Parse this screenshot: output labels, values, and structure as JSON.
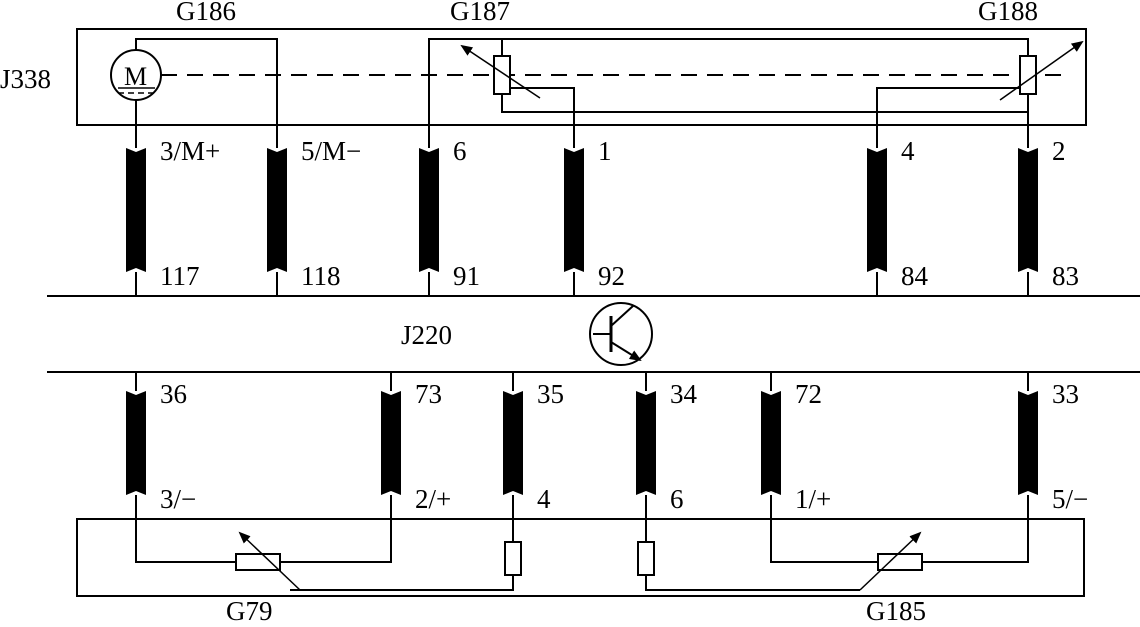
{
  "components": {
    "throttle_unit": "J338",
    "motor": "G186",
    "motor_symbol": "M",
    "sensor_1": "G187",
    "sensor_2": "G188",
    "ecu": "J220",
    "pedal_sensor_1": "G79",
    "pedal_sensor_2": "G185"
  },
  "upper_connectors": [
    {
      "top": "3/M+",
      "bottom": "117"
    },
    {
      "top": "5/M−",
      "bottom": "118"
    },
    {
      "top": "6",
      "bottom": "91"
    },
    {
      "top": "1",
      "bottom": "92"
    },
    {
      "top": "4",
      "bottom": "84"
    },
    {
      "top": "2",
      "bottom": "83"
    }
  ],
  "lower_connectors": [
    {
      "top": "36",
      "bottom": "3/−"
    },
    {
      "top": "73",
      "bottom": "2/+"
    },
    {
      "top": "35",
      "bottom": "4"
    },
    {
      "top": "34",
      "bottom": "6"
    },
    {
      "top": "72",
      "bottom": "1/+"
    },
    {
      "top": "33",
      "bottom": "5/−"
    }
  ],
  "colors": {
    "line": "#000000",
    "background": "#ffffff"
  }
}
